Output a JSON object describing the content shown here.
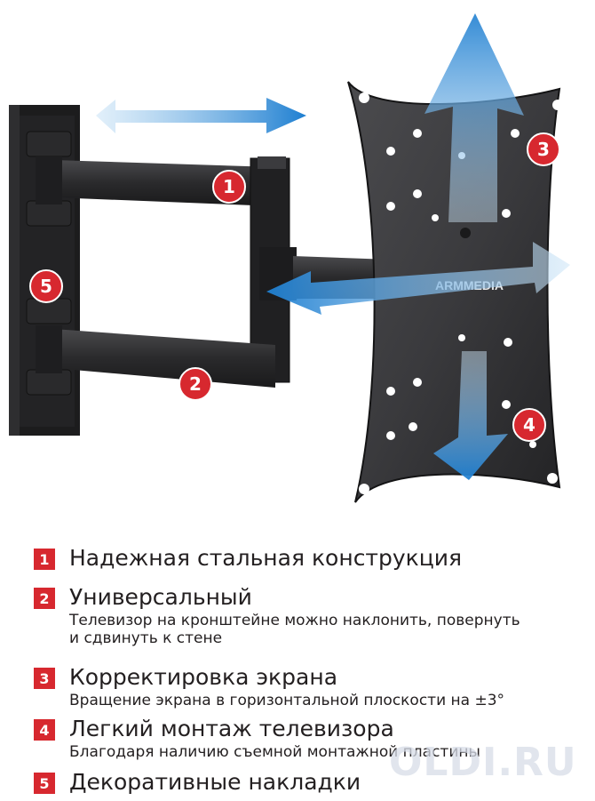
{
  "brand": {
    "logo_text": "ARMMEDIA"
  },
  "callouts": [
    "1",
    "2",
    "3",
    "4",
    "5"
  ],
  "features": [
    {
      "num": "1",
      "title": "Надежная стальная конструкция",
      "desc": ""
    },
    {
      "num": "2",
      "title": "Универсальный",
      "desc": "Телевизор на кронштейне можно наклонить, повернуть и сдвинуть к стене"
    },
    {
      "num": "3",
      "title": "Корректировка экрана",
      "desc": "Вращение экрана в горизонтальной плоскости на ±3°"
    },
    {
      "num": "4",
      "title": "Легкий монтаж телевизора",
      "desc": "Благодаря наличию съемной монтажной пластины"
    },
    {
      "num": "5",
      "title": "Декоративные накладки",
      "desc": ""
    }
  ],
  "feature2_desc_lines": [
    "Телевизор на кронштейне можно наклонить, повернуть",
    "и сдвинуть к стене"
  ],
  "watermark": "OLDI.RU",
  "colors": {
    "accent_red": "#d7282f",
    "arrow_blue": "#1a7fd4",
    "metal": "#2b2b2d"
  }
}
